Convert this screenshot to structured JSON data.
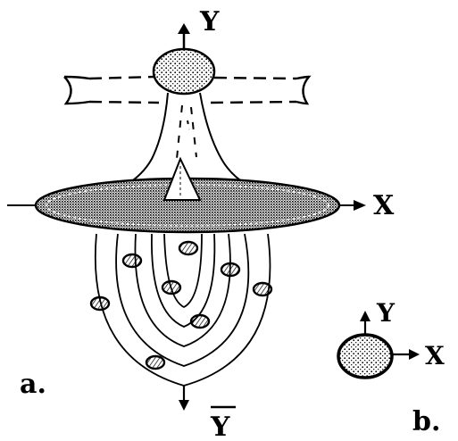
{
  "labels": {
    "axis_y": "Y",
    "axis_x": "X",
    "axis_ybar": "Y",
    "panel_a": "a.",
    "panel_b": "b.",
    "small_y": "Y",
    "small_x": "X"
  },
  "colors": {
    "ink": "#000000",
    "paper": "#ffffff"
  }
}
